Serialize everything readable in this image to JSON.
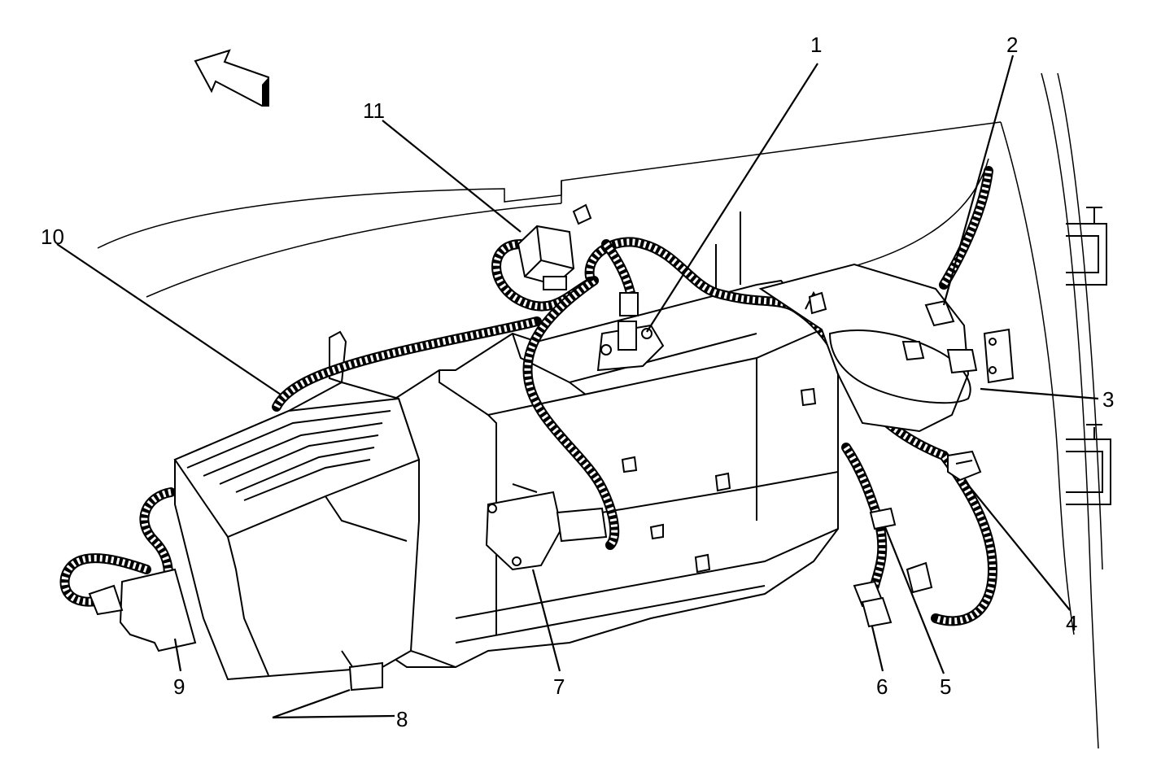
{
  "callouts": [
    {
      "id": "1",
      "label": "1"
    },
    {
      "id": "2",
      "label": "2"
    },
    {
      "id": "3",
      "label": "3"
    },
    {
      "id": "4",
      "label": "4"
    },
    {
      "id": "5",
      "label": "5"
    },
    {
      "id": "6",
      "label": "6"
    },
    {
      "id": "7",
      "label": "7"
    },
    {
      "id": "8",
      "label": "8"
    },
    {
      "id": "9",
      "label": "9"
    },
    {
      "id": "10",
      "label": "10"
    },
    {
      "id": "11",
      "label": "11"
    }
  ],
  "icons": {
    "direction_arrow": "forward-direction-arrow-icon"
  },
  "colors": {
    "line": "#000000",
    "background": "#ffffff"
  }
}
